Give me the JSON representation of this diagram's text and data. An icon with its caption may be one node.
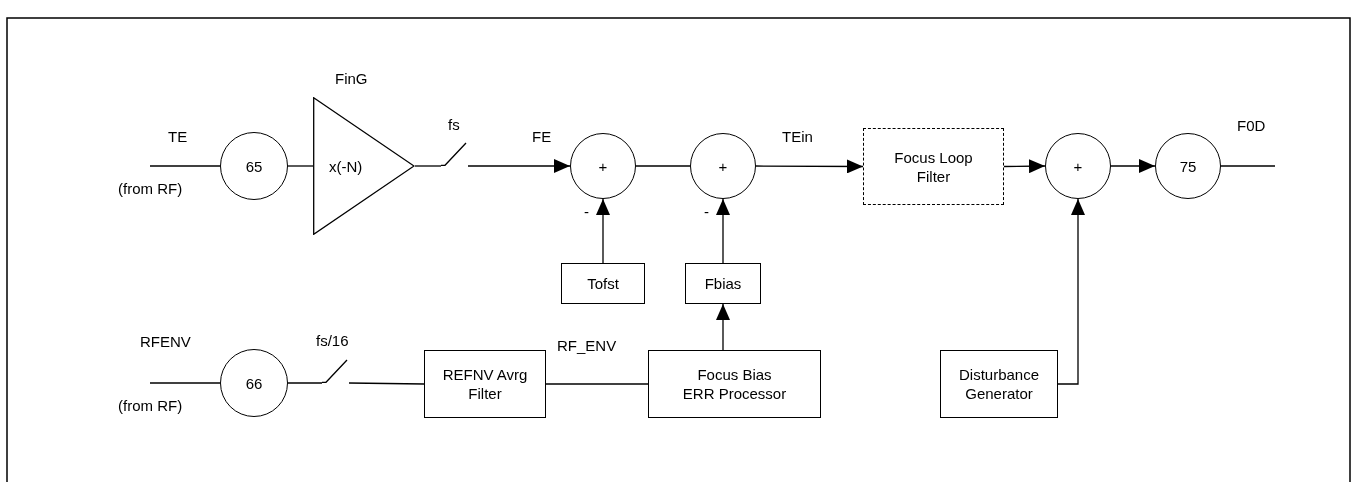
{
  "diagram": {
    "nodes": [
      {
        "text": [
          "65"
        ]
      },
      {
        "text": [
          "x(-N)"
        ],
        "beside": [
          "FinG"
        ]
      },
      {
        "text": [],
        "shape": "switch",
        "beside": [
          "fs"
        ]
      },
      {
        "text": [
          "+"
        ]
      },
      {
        "text": [
          "+"
        ]
      },
      {
        "text": [
          "Focus Loop Filter"
        ]
      },
      {
        "text": [
          "+"
        ]
      },
      {
        "text": [
          "75"
        ]
      },
      {
        "text": [
          "Tofst"
        ]
      },
      {
        "text": [
          "Fbias"
        ]
      },
      {
        "text": [
          "66"
        ]
      },
      {
        "text": [],
        "shape": "switch",
        "beside": [
          "fs/16"
        ]
      },
      {
        "text": [
          "REFNV Avrg Filter"
        ]
      },
      {
        "text": [
          "Focus Bias ERR Processor"
        ]
      },
      {
        "text": [
          "Disturbance Generator"
        ]
      }
    ],
    "edges": [
      {
        "from": null,
        "to": 0,
        "arrow": "none",
        "label": "TE"
      },
      {
        "from": 0,
        "to": 1,
        "arrow": "none"
      },
      {
        "from": 1,
        "to": 2,
        "arrow": "none"
      },
      {
        "from": 2,
        "to": 3,
        "arrow": "to",
        "label": "FE"
      },
      {
        "from": 3,
        "to": 4,
        "arrow": "none"
      },
      {
        "from": 4,
        "to": 5,
        "arrow": "to",
        "label": "TEin"
      },
      {
        "from": 5,
        "to": 6,
        "arrow": "to"
      },
      {
        "from": 6,
        "to": 7,
        "arrow": "to"
      },
      {
        "from": 7,
        "to": null,
        "arrow": "none",
        "label": "F0D"
      },
      {
        "from": 8,
        "to": 3,
        "arrow": "to",
        "label": "-"
      },
      {
        "from": 9,
        "to": 4,
        "arrow": "to",
        "label": "-"
      },
      {
        "from": 13,
        "to": 9,
        "arrow": "to"
      },
      {
        "from": null,
        "to": 10,
        "arrow": "none",
        "label": "RFENV"
      },
      {
        "from": 10,
        "to": 11,
        "arrow": "none"
      },
      {
        "from": 11,
        "to": 12,
        "arrow": "none"
      },
      {
        "from": 12,
        "to": 13,
        "arrow": "none",
        "label": "RF_ENV"
      },
      {
        "from": 14,
        "to": 6,
        "arrow": "to"
      }
    ],
    "labels": [
      "(from RF)",
      "(from RF)"
    ]
  }
}
